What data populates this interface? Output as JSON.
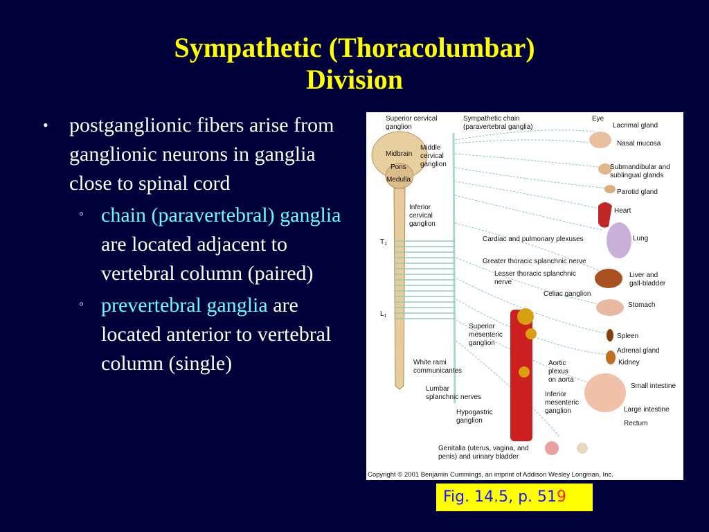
{
  "title": {
    "line1": "Sympathetic (Thoracolumbar)",
    "line2": "Division"
  },
  "bullets": {
    "main": "postganglionic fibers arise from ganglionic neurons in ganglia close to spinal cord",
    "sub1": {
      "highlight": "chain (paravertebral) ganglia",
      "rest": " are located adjacent to vertebral column (paired)"
    },
    "sub2": {
      "highlight": "prevertebral ganglia",
      "rest": " are located anterior to vertebral column (single)"
    }
  },
  "figure": {
    "labels": {
      "superior_cervical": [
        "Superior cervical",
        "ganglion"
      ],
      "sympathetic_chain": [
        "Sympathetic chain",
        "(paravertebral ganglia)"
      ],
      "middle_cervical": [
        "Middle",
        "cervical",
        "ganglion"
      ],
      "midbrain": "Midbrain",
      "pons": "Pons",
      "medulla": "Medulla",
      "inferior_cervical": [
        "Inferior",
        "cervical",
        "ganglion"
      ],
      "t1": "T",
      "t1_sub": "1",
      "l1": "L",
      "l1_sub": "1",
      "cardiac_plexuses": "Cardiac and pulmonary plexuses",
      "greater_thoracic": "Greater thoracic splanchnic nerve",
      "lesser_thoracic": [
        "Lesser thoracic splanchnic",
        "nerve"
      ],
      "celiac": "Celiac ganglion",
      "superior_mesenteric": [
        "Superior",
        "mesenteric",
        "ganglion"
      ],
      "white_rami": [
        "White rami",
        "communicantes"
      ],
      "aortic_plexus": [
        "Aortic",
        "plexus",
        "on aorta"
      ],
      "lumbar_splanchnic": [
        "Lumbar",
        "splanchnic nerves"
      ],
      "inferior_mesenteric": [
        "Inferior",
        "mesenteric",
        "ganglion"
      ],
      "hypogastric": [
        "Hypogastric",
        "ganglion"
      ],
      "genitalia": [
        "Genitalia (uterus, vagina, and",
        "penis) and urinary bladder"
      ],
      "eye": "Eye",
      "lacrimal": "Lacrimal gland",
      "nasal": "Nasal mucosa",
      "submandibular": [
        "Submandibular and",
        "sublingual glands"
      ],
      "parotid": "Parotid gland",
      "heart": "Heart",
      "lung": "Lung",
      "liver": [
        "Liver and",
        "gall-bladder"
      ],
      "stomach": "Stomach",
      "spleen": "Spleen",
      "adrenal": "Adrenal gland",
      "kidney": "Kidney",
      "small_intestine": "Small intestine",
      "large_intestine": "Large intestine",
      "rectum": "Rectum"
    },
    "copyright": "Copyright © 2001 Benjamin Cummings, an imprint of Addison Wesley Longman, Inc."
  },
  "figref": {
    "main": "Fig. 14.5, p. 51",
    "tail": "9"
  }
}
